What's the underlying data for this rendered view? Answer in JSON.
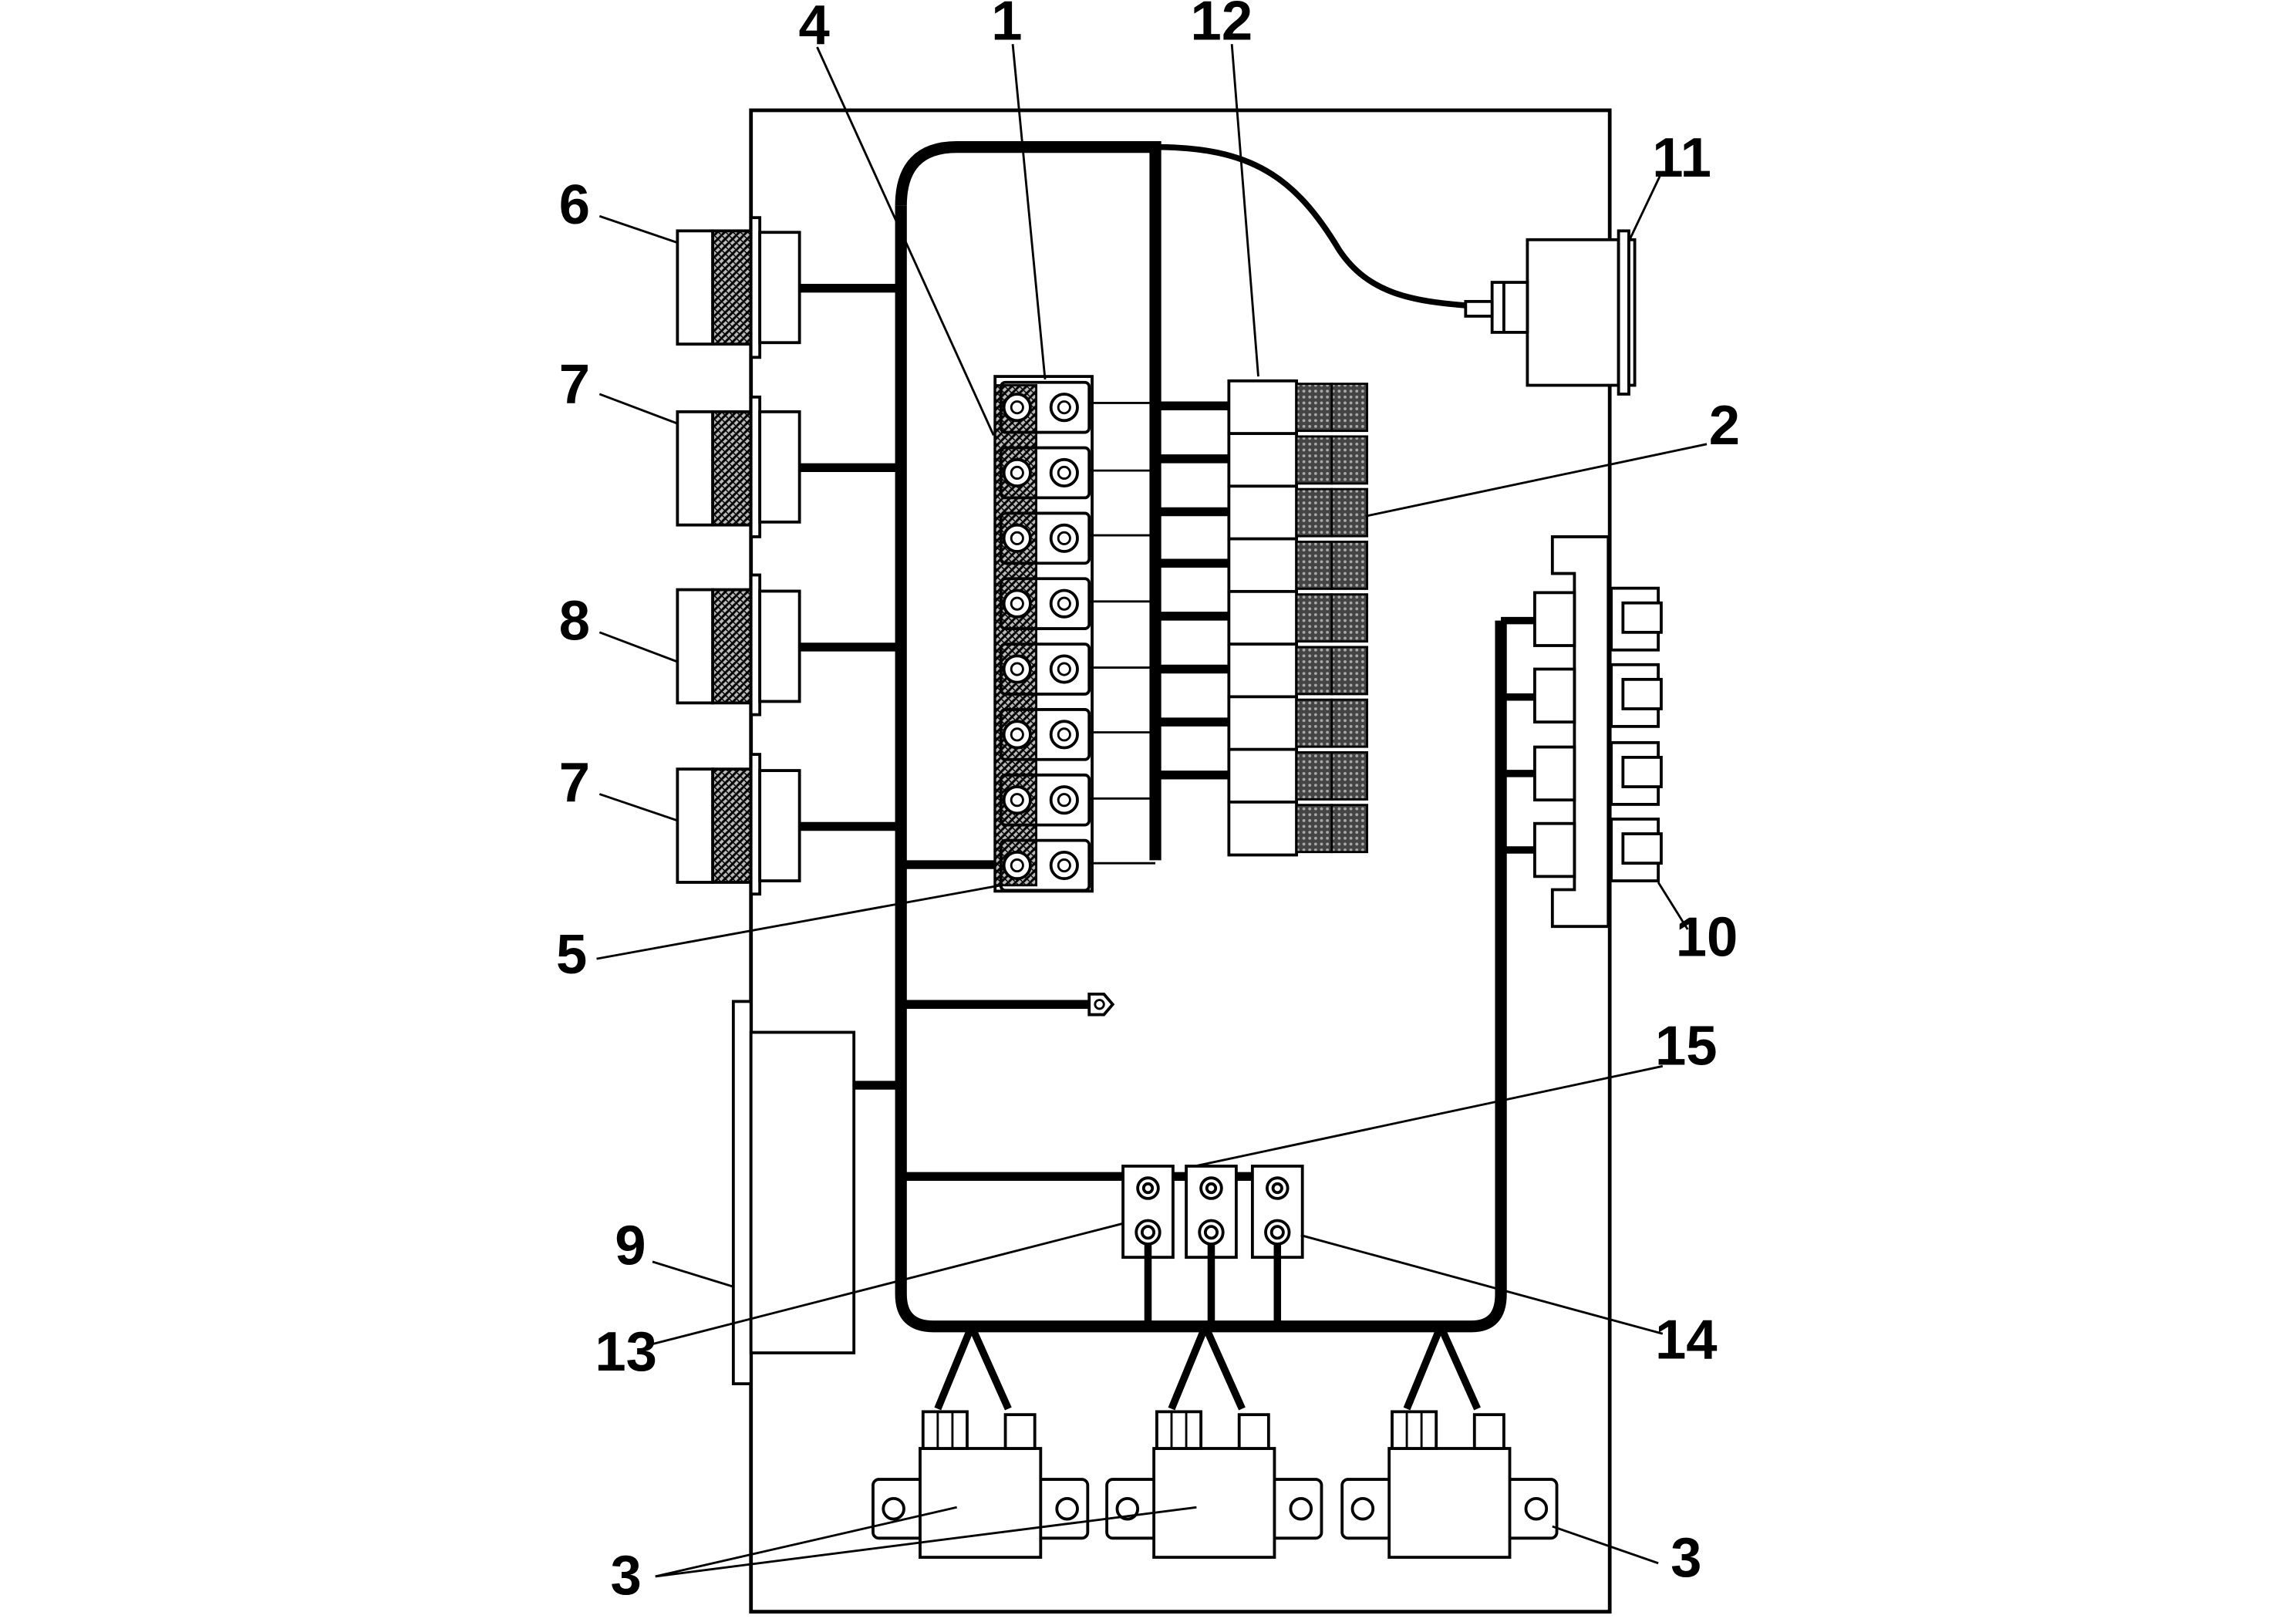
{
  "callouts": {
    "c1": "1",
    "c2": "2",
    "c3a": "3",
    "c3b": "3",
    "c4": "4",
    "c5": "5",
    "c6": "6",
    "c7a": "7",
    "c7b": "7",
    "c8": "8",
    "c9": "9",
    "c10": "10",
    "c11": "11",
    "c12": "12",
    "c13": "13",
    "c14": "14",
    "c15": "15"
  },
  "colors": {
    "line": "#000000",
    "background": "#ffffff",
    "hatch": "#333333"
  }
}
